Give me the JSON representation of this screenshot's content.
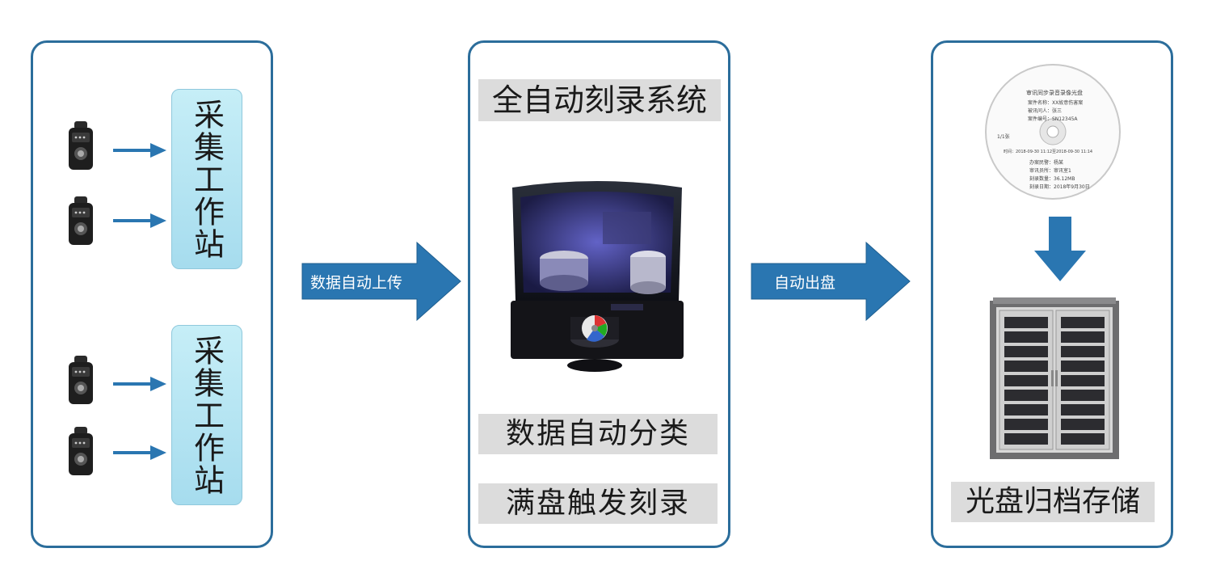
{
  "stations": [
    {
      "label": "采集工作站"
    },
    {
      "label": "采集工作站"
    }
  ],
  "arrows": {
    "upload": "数据自动上传",
    "output": "自动出盘"
  },
  "middle": {
    "title": "全自动刻录系统",
    "features": [
      "数据自动分类",
      "满盘触发刻录"
    ]
  },
  "right": {
    "label": "光盘归档存储",
    "disc_lines": [
      "审讯同步录音录像光盘",
      "案件名称：XX故意伤害案",
      "被讯问人：张三",
      "案件编号：SN12345A",
      "1/1张",
      "时间：2018-09-30 11:12至2018-09-30 11:14",
      "办案民警：杨某",
      "审讯员所：审讯室1",
      "刻录数量：36.12MB",
      "刻录日期：2018年9月30日"
    ]
  },
  "colors": {
    "panel_border": "#2b6d9b",
    "arrow": "#2a76b1",
    "station_fill": "#b3e3f2",
    "label_bg": "#dcdcdc"
  },
  "icons": [
    "body-camera-icon",
    "right-arrow-icon",
    "disc-burner-image",
    "optical-disc-image",
    "down-arrow-icon",
    "archive-cabinet-image"
  ]
}
